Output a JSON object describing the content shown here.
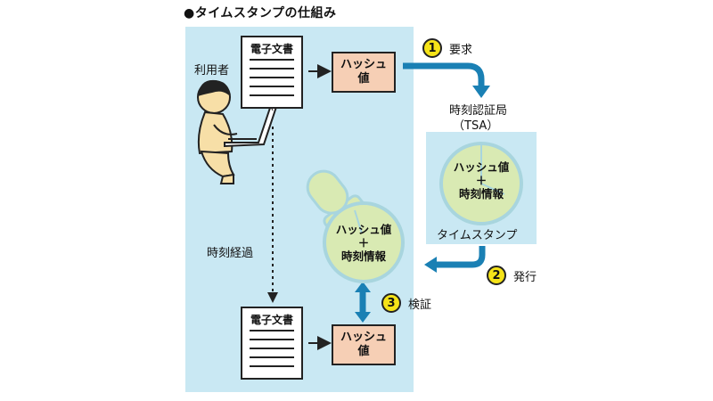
{
  "title": "●タイムスタンプの仕組み",
  "user": {
    "label": "利用者"
  },
  "documents": {
    "top": {
      "title": "電子文書"
    },
    "bottom": {
      "title": "電子文書"
    }
  },
  "hash_boxes": {
    "top": {
      "line1": "ハッシュ",
      "line2": "値"
    },
    "bottom": {
      "line1": "ハッシュ",
      "line2": "値"
    }
  },
  "time_elapsed": "時刻経過",
  "tsa": {
    "name": "時刻認証局",
    "abbr": "（TSA）",
    "clock": {
      "line1": "ハッシュ値",
      "line2": "＋",
      "line3": "時刻情報"
    },
    "caption": "タイムスタンプ"
  },
  "stamp": {
    "line1": "ハッシュ値",
    "line2": "＋",
    "line3": "時刻情報"
  },
  "steps": [
    {
      "number": "1",
      "label": "要求"
    },
    {
      "number": "2",
      "label": "発行"
    },
    {
      "number": "3",
      "label": "検証"
    }
  ],
  "colors": {
    "panel": "#c9e8f3",
    "hash_fill": "#f6cfb5",
    "clock_fill": "#d9eab3",
    "clock_stroke": "#a8d5de",
    "arrow": "#1a80b4",
    "badge": "#f5e318",
    "skin": "#f7dfa7"
  }
}
